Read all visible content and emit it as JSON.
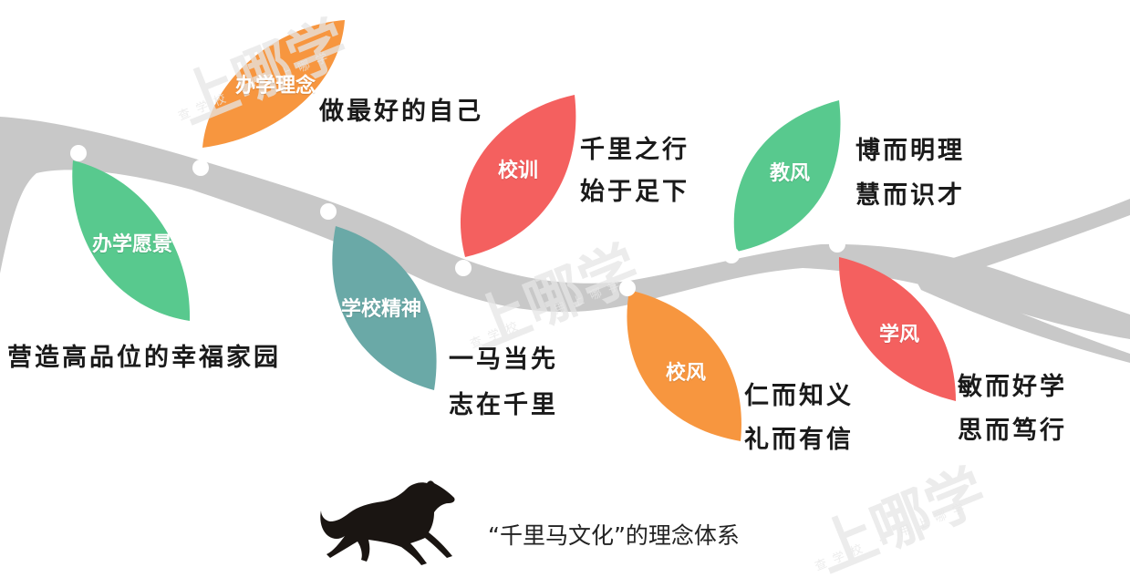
{
  "watermark": {
    "logo_text": "上哪学",
    "tagline": "查学校 · 用上哪学"
  },
  "branches": [
    {
      "label": "办学理念",
      "color": "#f7963f",
      "motto_lines": [
        "做最好的自己"
      ]
    },
    {
      "label": "办学愿景",
      "color": "#58c98e",
      "motto_lines": [
        "营造高品位的幸福家园"
      ]
    },
    {
      "label": "学校精神",
      "color": "#6aa9a7",
      "motto_lines": [
        "一马当先",
        "志在千里"
      ]
    },
    {
      "label": "校训",
      "color": "#f4605f",
      "motto_lines": [
        "千里之行",
        "始于足下"
      ]
    },
    {
      "label": "校风",
      "color": "#f7963f",
      "motto_lines": [
        "仁而知义",
        "礼而有信"
      ]
    },
    {
      "label": "教风",
      "color": "#58c98e",
      "motto_lines": [
        "博而明理",
        "慧而识才"
      ]
    },
    {
      "label": "学风",
      "color": "#f4605f",
      "motto_lines": [
        "敏而好学",
        "思而笃行"
      ]
    }
  ],
  "caption": "“千里马文化”的理念体系",
  "colors": {
    "branch": "#c8c8c8",
    "node": "#ffffff",
    "horse": "#1a1512"
  },
  "icons": {
    "horse": "horse-silhouette-icon"
  }
}
